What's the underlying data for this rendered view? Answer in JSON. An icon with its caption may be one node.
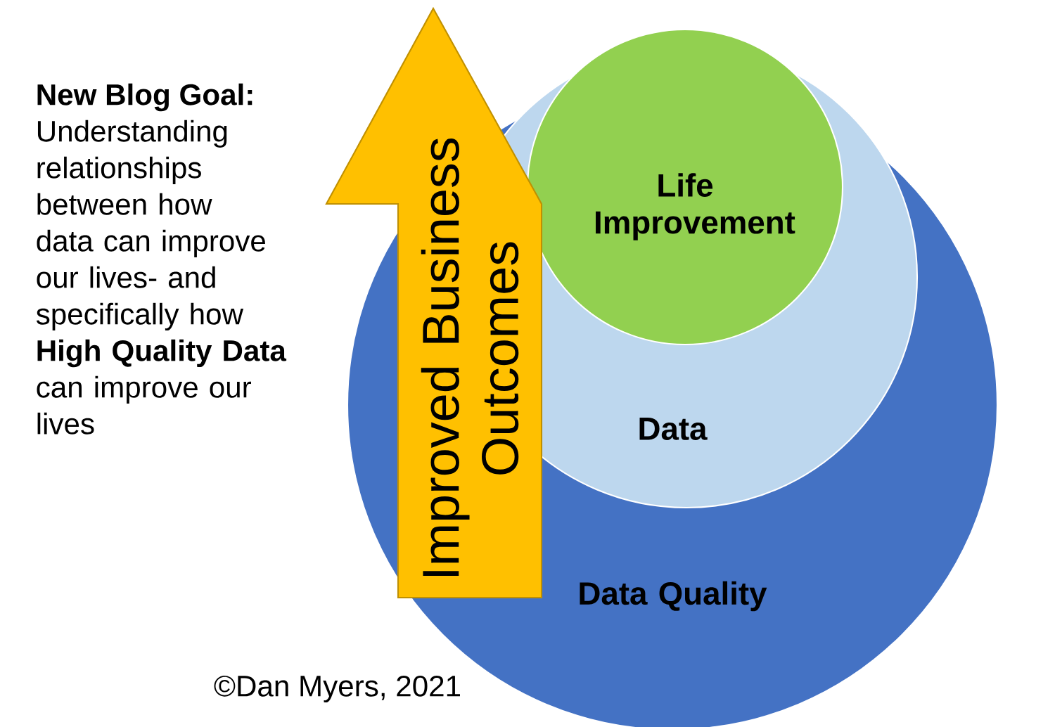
{
  "diagram": {
    "title": "New Blog Goal:",
    "nodes": [
      {
        "text": [
          "Data Quality"
        ]
      },
      {
        "text": [
          "Data"
        ],
        "in": 0
      },
      {
        "text": [
          "Life Improvement"
        ],
        "in": 1
      },
      {
        "text": [
          "Improved Business Outcomes"
        ]
      }
    ],
    "edges": [],
    "labels": [
      "Understanding relationships between how data can improve our lives- and specifically how **High Quality Data** can improve our lives",
      "©Dan Myers, 2021"
    ]
  }
}
